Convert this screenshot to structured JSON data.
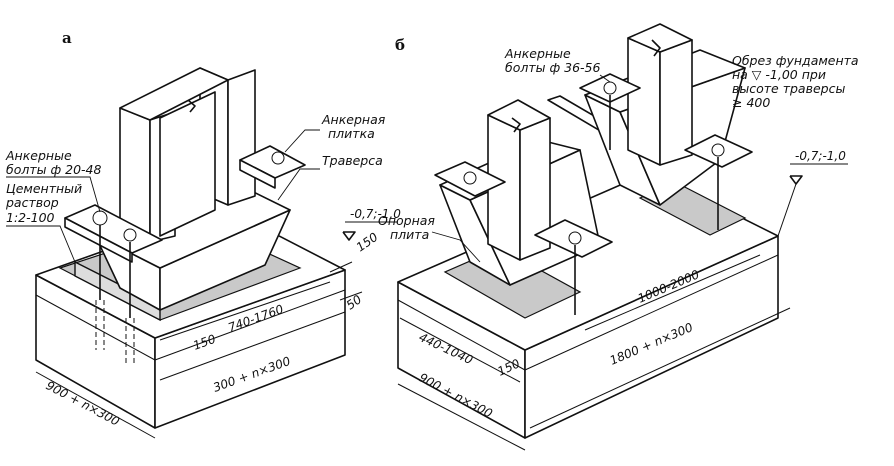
{
  "panels": {
    "a": {
      "label": "а",
      "callouts": {
        "anchor_bolts": [
          "Анкерные",
          "болты ф 20-48"
        ],
        "cement_mortar": [
          "Цементный",
          "раствор",
          "1:2-100"
        ],
        "anchor_plate": [
          "Анкерная",
          "плитка"
        ],
        "traverse": "Траверса",
        "level": "-0,7;-1,0"
      },
      "dimensions": {
        "d150_top": "150",
        "d50": "50",
        "d150_bottom": "150",
        "d740": "740-1760",
        "d300": "300 + n×300",
        "d900": "900 + n×300"
      }
    },
    "b": {
      "label": "б",
      "callouts": {
        "anchor_bolts": [
          "Анкерные",
          "болты ф 36-56"
        ],
        "foundation_cut": [
          "Обрез фундамента",
          "на ▽ -1,00 при",
          "высоте траверсы",
          "≥ 400"
        ],
        "support_plate": [
          "Опорная",
          "плита"
        ],
        "level": "-0,7;-1,0"
      },
      "dimensions": {
        "d440": "440-1040",
        "d150": "150",
        "d1000": "1000-2000",
        "d1800": "1800 + n×300",
        "d900": "900 + n×300"
      }
    }
  }
}
